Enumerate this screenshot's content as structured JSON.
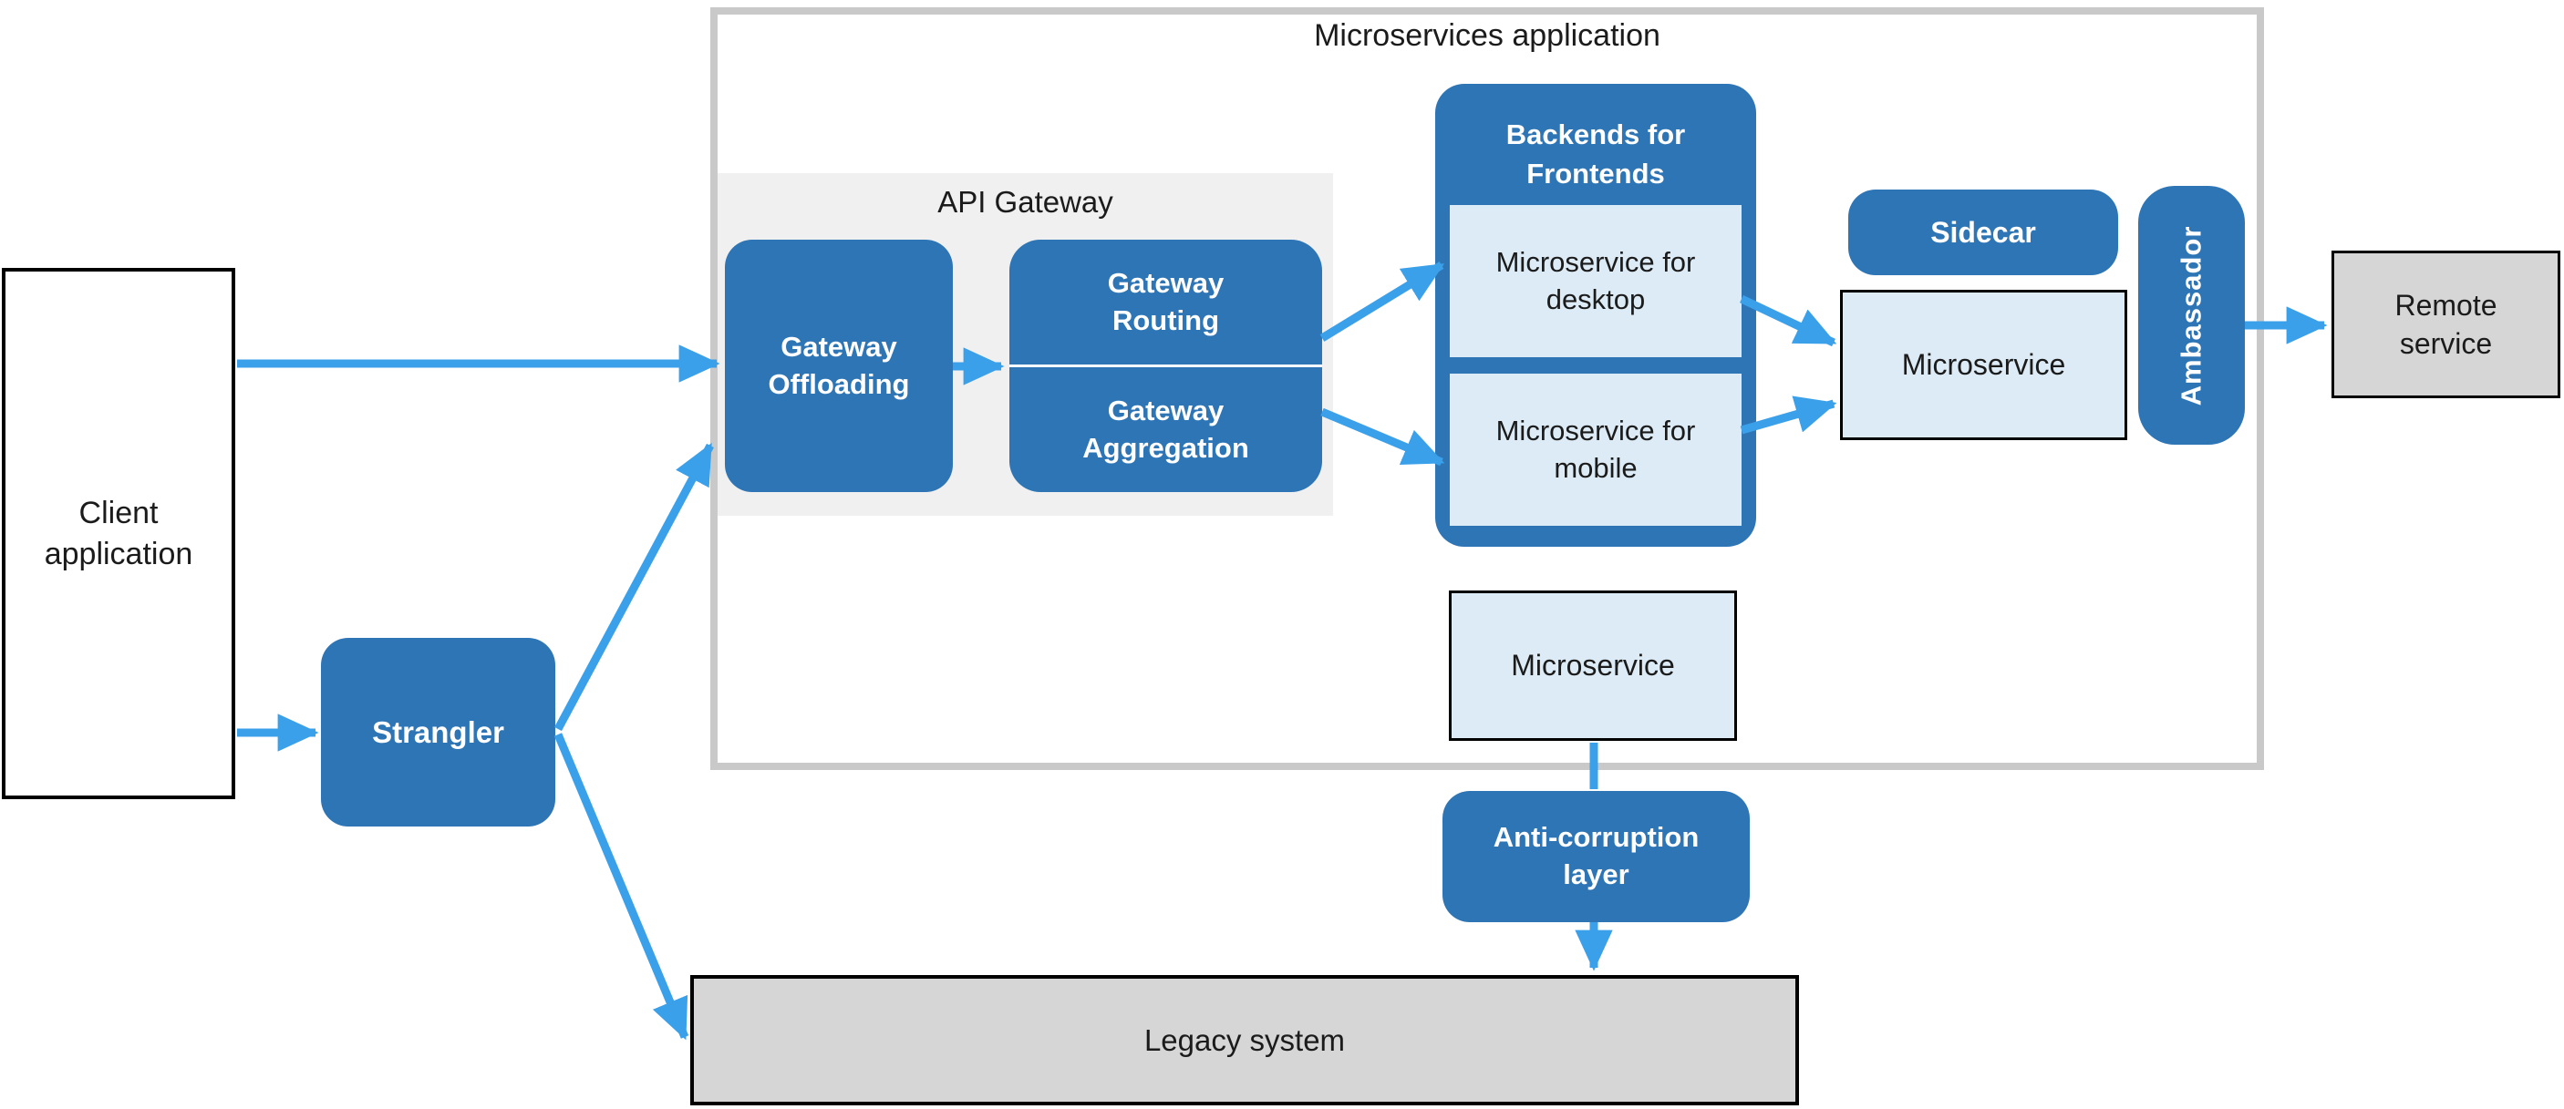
{
  "colors": {
    "node_blue": "#2e75b6",
    "node_light_blue": "#dcebf5",
    "node_gray": "#d6d6d6",
    "arrow_blue": "#3ba0ea",
    "container_border": "#c9c9c9",
    "region_gray": "#f0f0f0",
    "text_dark": "#1b1b1b"
  },
  "container": {
    "title": "Microservices application"
  },
  "region": {
    "label": "API Gateway"
  },
  "nodes": {
    "client": "Client\napplication",
    "strangler": "Strangler",
    "gateway_offloading": "Gateway\nOffloading",
    "gateway_routing": "Gateway\nRouting",
    "gateway_aggregation": "Gateway\nAggregation",
    "backends_for_frontends": "Backends for\nFrontends",
    "microservice_desktop": "Microservice for\ndesktop",
    "microservice_mobile": "Microservice for\nmobile",
    "sidecar": "Sidecar",
    "ambassador": "Ambassador",
    "microservice_main": "Microservice",
    "remote_service": "Remote\nservice",
    "microservice_bottom": "Microservice",
    "anti_corruption_layer": "Anti-corruption\nlayer",
    "legacy_system": "Legacy system"
  }
}
